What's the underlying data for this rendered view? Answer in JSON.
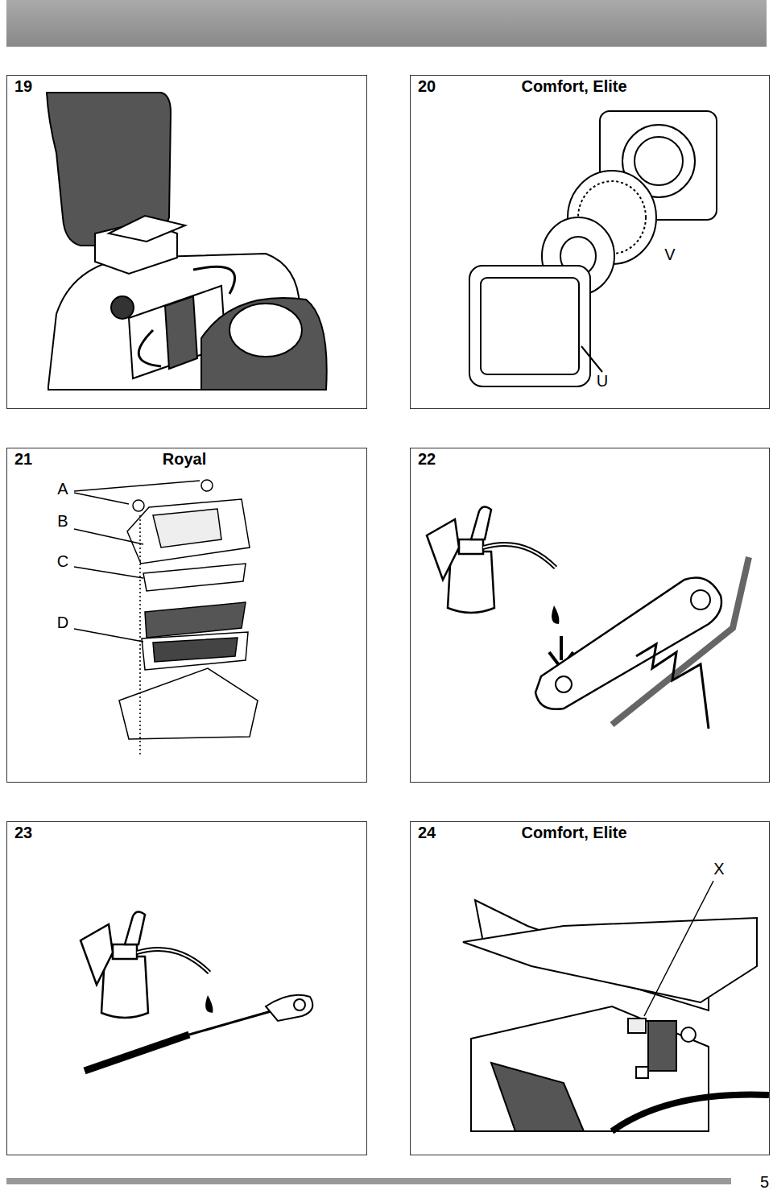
{
  "diagram": {
    "nodes": [
      {
        "text": [
          "19"
        ]
      },
      {
        "text": [
          "20",
          "Comfort, Elite"
        ]
      },
      {
        "text": [
          "21",
          "Royal"
        ]
      },
      {
        "text": [
          "22"
        ]
      },
      {
        "text": [
          "23"
        ]
      },
      {
        "text": [
          "24",
          "Comfort, Elite"
        ]
      }
    ],
    "labels": [
      "V",
      "U",
      "A",
      "B",
      "C",
      "D",
      "X",
      "5"
    ]
  }
}
